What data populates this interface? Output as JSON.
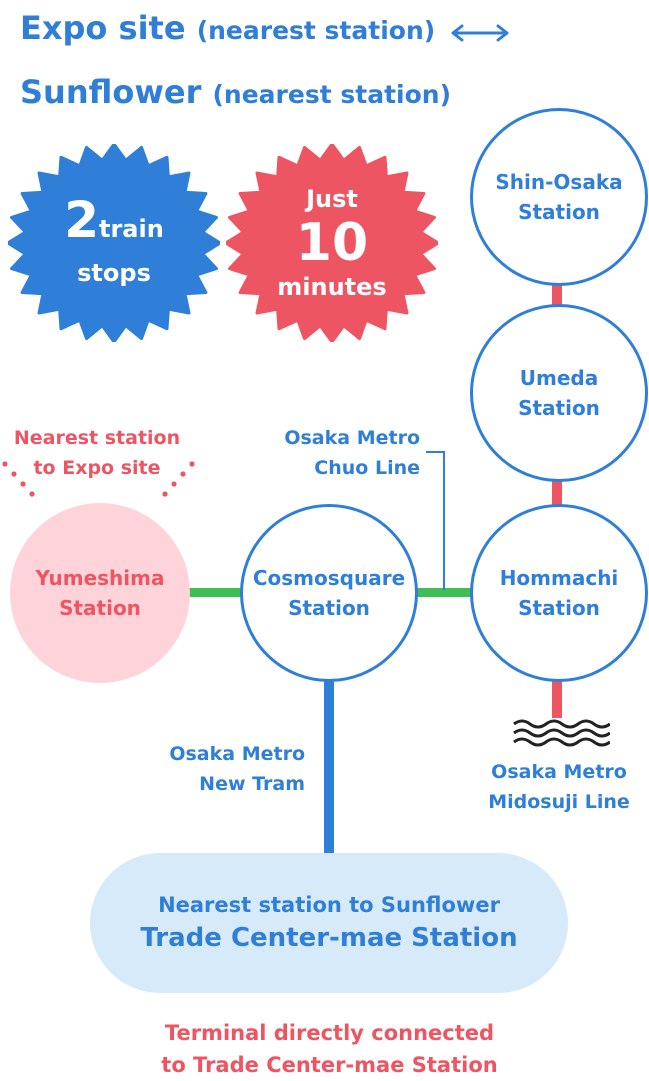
{
  "header": {
    "line1_main": "Expo site",
    "line1_sub": "(nearest station)",
    "line2_main": "Sunflower",
    "line2_sub": "(nearest station)"
  },
  "badges": {
    "stops": {
      "number": "2",
      "word": "train",
      "word2": "stops"
    },
    "time": {
      "line1": "Just",
      "number": "10",
      "line2": "minutes"
    }
  },
  "stations": {
    "shin_osaka": {
      "line1": "Shin-Osaka",
      "line2": "Station"
    },
    "umeda": {
      "line1": "Umeda",
      "line2": "Station"
    },
    "hommachi": {
      "line1": "Hommachi",
      "line2": "Station"
    },
    "cosmosquare": {
      "line1": "Cosmosquare",
      "line2": "Station"
    },
    "yumeshima": {
      "line1": "Yumeshima",
      "line2": "Station"
    }
  },
  "labels": {
    "nearest_expo_1": "Nearest station",
    "nearest_expo_2": "to Expo site",
    "chuo_1": "Osaka Metro",
    "chuo_2": "Chuo Line",
    "newtram_1": "Osaka Metro",
    "newtram_2": "New Tram",
    "midosuji_1": "Osaka Metro",
    "midosuji_2": "Midosuji Line"
  },
  "terminal": {
    "subtitle": "Nearest station to Sunflower",
    "title": "Trade Center-mae Station"
  },
  "footer": {
    "line1": "Terminal directly connected",
    "line2": "to Trade Center-mae Station"
  },
  "colors": {
    "blue": "#2f7fd8",
    "red": "#ee5563",
    "green": "#3fbe55",
    "pink": "#ffd3da",
    "light_blue": "#d7eafa"
  }
}
